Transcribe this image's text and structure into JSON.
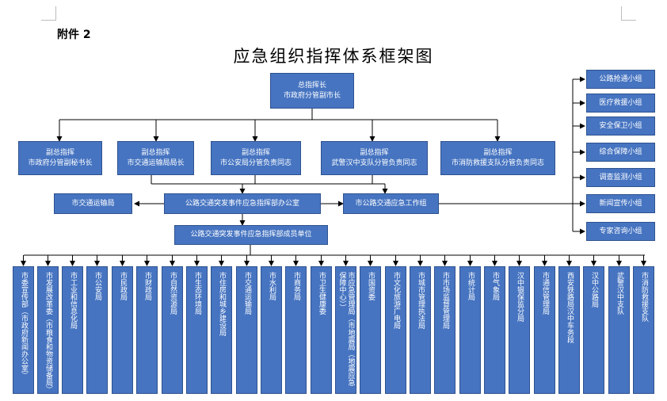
{
  "annex_label": "附件 2",
  "title": "应急组织指挥体系框架图",
  "colors": {
    "box_fill": "#4674c1",
    "box_border": "#2f528f",
    "line": "#000000"
  },
  "commander": {
    "line1": "总指挥长",
    "line2": "市政府分管副市长"
  },
  "deputies": [
    {
      "line1": "副总指挥",
      "line2": "市政府分管副秘书长"
    },
    {
      "line1": "副总指挥",
      "line2": "市交通运输局局长"
    },
    {
      "line1": "副总指挥",
      "line2": "市公安局分管负责同志"
    },
    {
      "line1": "副总指挥",
      "line2": "武警汉中支队分管负责同志"
    },
    {
      "line1": "副总指挥",
      "line2": "市消防救援支队分管负责同志"
    }
  ],
  "transport_bureau": "市交通运输局",
  "office": "公路交通突发事件应急指挥部办公室",
  "work_group": "市公路交通应急工作组",
  "member_units_title": "公路交通突发事件应急指挥部成员单位",
  "task_groups": [
    "公路抢通小组",
    "医疗救援小组",
    "安全保卫小组",
    "综合保障小组",
    "调查监测小组",
    "新闻宣传小组",
    "专家咨询小组"
  ],
  "members": [
    "市委宣传部（市政府新闻办公室）",
    "市发展改革委（市粮食和物资储备局）",
    "市工业和信息化局",
    "市公安局",
    "市民政局",
    "市财政局",
    "市自然资源局",
    "市生态环境局",
    "市住房和城乡建设局",
    "市交通运输局",
    "市水利局",
    "市商务局",
    "市卫生健康委",
    "市应急管理局（市地震局（地震应急保障中心））",
    "市国资委",
    "市文化旅游广电局",
    "市城市管理执法局",
    "市市场监督管理局",
    "市统计局",
    "市气象局",
    "汉中银保监分局",
    "市通信管理局",
    "西安铁路局汉中车务段",
    "汉中公路局",
    "武警汉中支队",
    "市消防救援支队"
  ]
}
